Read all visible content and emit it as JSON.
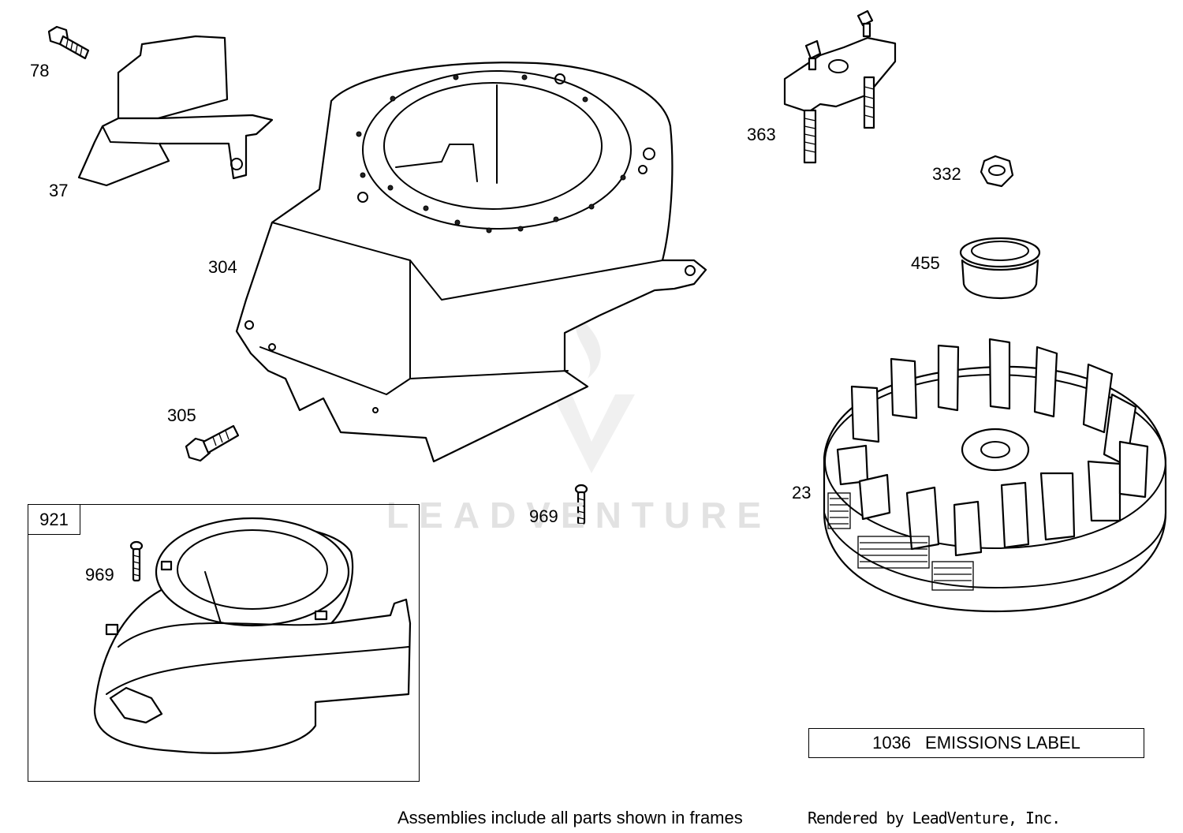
{
  "callouts": {
    "p78": "78",
    "p37": "37",
    "p304": "304",
    "p305": "305",
    "p363": "363",
    "p332": "332",
    "p455": "455",
    "p23": "23",
    "p969_main": "969",
    "p969_frame": "969",
    "p921": "921"
  },
  "emissions_box": {
    "number": "1036",
    "text": "EMISSIONS LABEL"
  },
  "footer": {
    "assemblies_note": "Assemblies include all parts shown in frames",
    "rendered_by": "Rendered by LeadVenture, Inc."
  },
  "watermark": {
    "text": "LEADVENTURE"
  },
  "colors": {
    "ink": "#000000",
    "watermark": "#e2e2e2",
    "background": "#ffffff"
  }
}
